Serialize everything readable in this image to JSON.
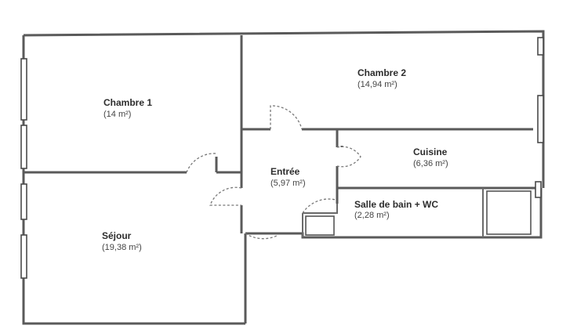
{
  "rooms": {
    "chambre1": {
      "name": "Chambre 1",
      "area": "(14 m²)"
    },
    "chambre2": {
      "name": "Chambre 2",
      "area": "(14,94 m²)"
    },
    "cuisine": {
      "name": "Cuisine",
      "area": "(6,36 m²)"
    },
    "entree": {
      "name": "Entrée",
      "area": "(5,97 m²)"
    },
    "salle_de_bain": {
      "name": "Salle de bain + WC",
      "area": "(2,28 m²)"
    },
    "sejour": {
      "name": "Séjour",
      "area": "(19,38 m²)"
    }
  },
  "colors": {
    "wall": "#5a5a5a",
    "text": "#2d2d2d"
  }
}
